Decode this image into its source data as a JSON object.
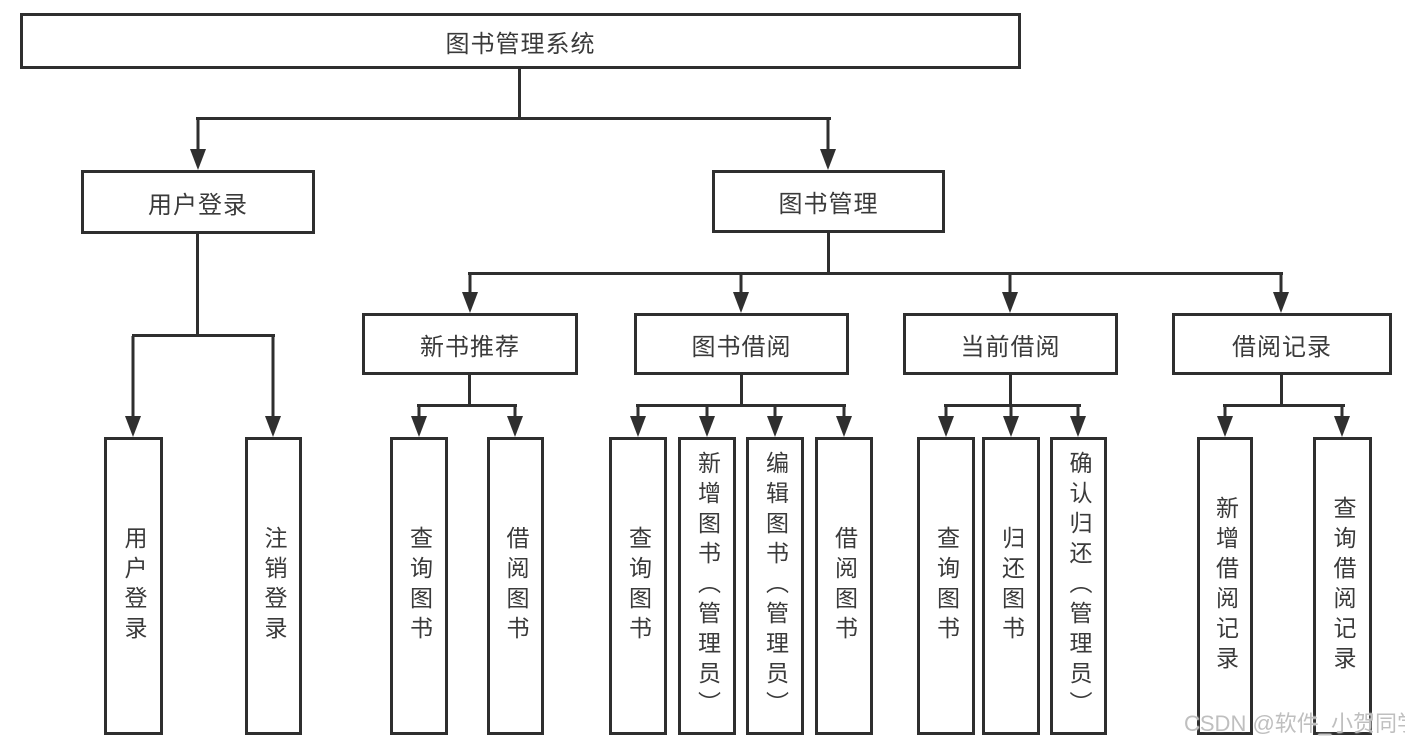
{
  "diagram": {
    "root": {
      "label": "图书管理系统"
    },
    "level2": [
      {
        "label": "用户登录"
      },
      {
        "label": "图书管理"
      }
    ],
    "level3": [
      {
        "label": "新书推荐"
      },
      {
        "label": "图书借阅"
      },
      {
        "label": "当前借阅"
      },
      {
        "label": "借阅记录"
      }
    ],
    "leaves": {
      "user_login": [
        {
          "label": "用户登录"
        },
        {
          "label": "注销登录"
        }
      ],
      "new_book": [
        {
          "label": "查询图书"
        },
        {
          "label": "借阅图书"
        }
      ],
      "book_borrow": [
        {
          "label": "查询图书"
        },
        {
          "label": "新增图书（管理员）"
        },
        {
          "label": "编辑图书（管理员）"
        },
        {
          "label": "借阅图书"
        }
      ],
      "current_borrow": [
        {
          "label": "查询图书"
        },
        {
          "label": "归还图书"
        },
        {
          "label": "确认归还（管理员）"
        }
      ],
      "borrow_record": [
        {
          "label": "新增借阅记录"
        },
        {
          "label": "查询借阅记录"
        }
      ]
    }
  },
  "watermark": {
    "text": "CSDN @软件_小贺同学"
  },
  "colors": {
    "stroke": "#2f2f2f",
    "text": "#3a3a3a",
    "watermark": "#bfbfbf",
    "background": "#ffffff"
  }
}
